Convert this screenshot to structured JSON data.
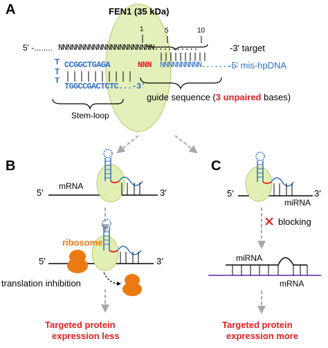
{
  "panel_a": {
    "label": "A",
    "fen1_label": "FEN1 (35 kDa)",
    "pos1": "1",
    "pos5": "5",
    "pos10": "10",
    "target_prefix": "5′ -........",
    "target_seq": "NNNNNNNNNNNNNNNNNNNNNN..........",
    "target_suffix": "-3′ target",
    "hp_t1": "T",
    "hp_t2": "T",
    "hp_t3": "T",
    "hp_top_seq": "CCGGCTGAGA",
    "hp_nnn": "NNN",
    "hp_guide_seq": "NNNNNNNNNN.........",
    "hp_end": "-5′ mis-hpDNA",
    "hp_bottom_seq": "TGGCCGACTCTC...-3′",
    "stem_loop_label": "Stem-loop",
    "guide_prefix": "guide sequence (",
    "guide_highlight": "3 unpaired",
    "guide_suffix": " bases)"
  },
  "panel_b": {
    "label": "B",
    "mrna_5": "5′",
    "mrna_label": "mRNA",
    "mrna_3": "3′",
    "ribosome_label": "ribosome",
    "lower_5": "5′",
    "lower_3": "3′",
    "translation_label": "translation inhibition",
    "result_line1": "Targeted protein",
    "result_line2": "expression less"
  },
  "panel_c": {
    "label": "C",
    "mirna_5": "5′",
    "mirna_3": "3′",
    "mirna_label": "miRNA",
    "blocking_label": "blocking",
    "duplex_mirna_label": "miRNA",
    "duplex_mrna_label": "mRNA",
    "result_line1": "Targeted protein",
    "result_line2": "expression more"
  },
  "colors": {
    "enzyme_fill": "#e2efb4",
    "enzyme_stroke": "#bdd27a",
    "blue": "#2f6fc4",
    "red": "#e02020",
    "orange": "#ec7a12",
    "arrow_gray": "#a8a8a8",
    "purple": "#7a3fbf"
  }
}
